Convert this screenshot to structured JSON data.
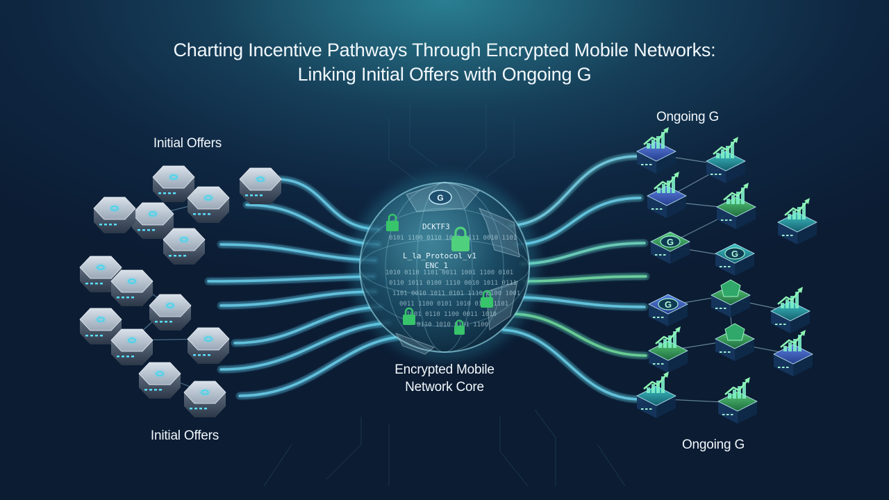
{
  "title_line1": "Charting Incentive Pathways Through Encrypted Mobile Networks:",
  "title_line2": "Linking Initial Offers with Ongoing G",
  "labels": {
    "initial_offers_top": "Initial Offers",
    "initial_offers_bottom": "Initial Offers",
    "ongoing_top": "Ongoing G",
    "ongoing_bottom": "Ongoing G",
    "core_line1": "Encrypted Mobile",
    "core_line2": "Network Core"
  },
  "core_code_text": [
    "DCKTF3",
    "L_la_Protocol_v1",
    "ENC_1"
  ],
  "core_badge": "G",
  "node_badge": "G",
  "colors": {
    "background": "#0f2742",
    "cyan_glow": "#3fd6f0",
    "lock_green": "#37c46a",
    "node_green": "#2f9e57",
    "node_blue": "#2b6fb8",
    "node_teal": "#1d9fa2"
  },
  "icons": [
    "lock-icon",
    "growth-chart-icon",
    "g-badge-icon",
    "hexagon-server-icon"
  ]
}
